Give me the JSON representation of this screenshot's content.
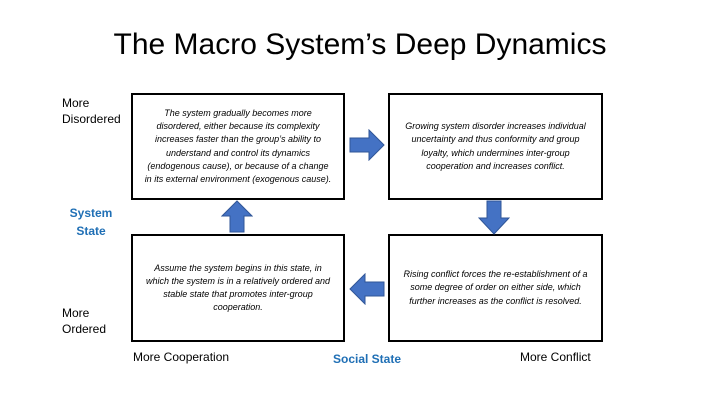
{
  "title": "The Macro System’s Deep Dynamics",
  "boxes": {
    "top_left": "The system gradually becomes more disordered, either because its complexity increases faster than the group’s ability to understand and control its dynamics (endogenous cause), or because of a change in its external environment (exogenous cause).",
    "top_right": "Growing system disorder increases individual uncertainty and thus conformity and group loyalty, which undermines inter-group cooperation and increases conflict.",
    "bottom_right": "Rising conflict forces the re-establishment of a some degree of order on either side, which further increases as the conflict is resolved.",
    "bottom_left": "Assume the system begins in this state, in which the system is in a relatively ordered and stable state that promotes inter-group cooperation."
  },
  "y_axis": {
    "top_label_line1": "More",
    "top_label_line2": "Disordered",
    "title_line1": "System",
    "title_line2": "State",
    "bottom_label_line1": "More",
    "bottom_label_line2": "Ordered"
  },
  "x_axis": {
    "left_label": "More Cooperation",
    "title": "Social State",
    "right_label": "More Conflict"
  },
  "colors": {
    "arrow_fill": "#4472c4",
    "arrow_stroke": "#2f5597",
    "axis_title": "#1f6fb5"
  }
}
